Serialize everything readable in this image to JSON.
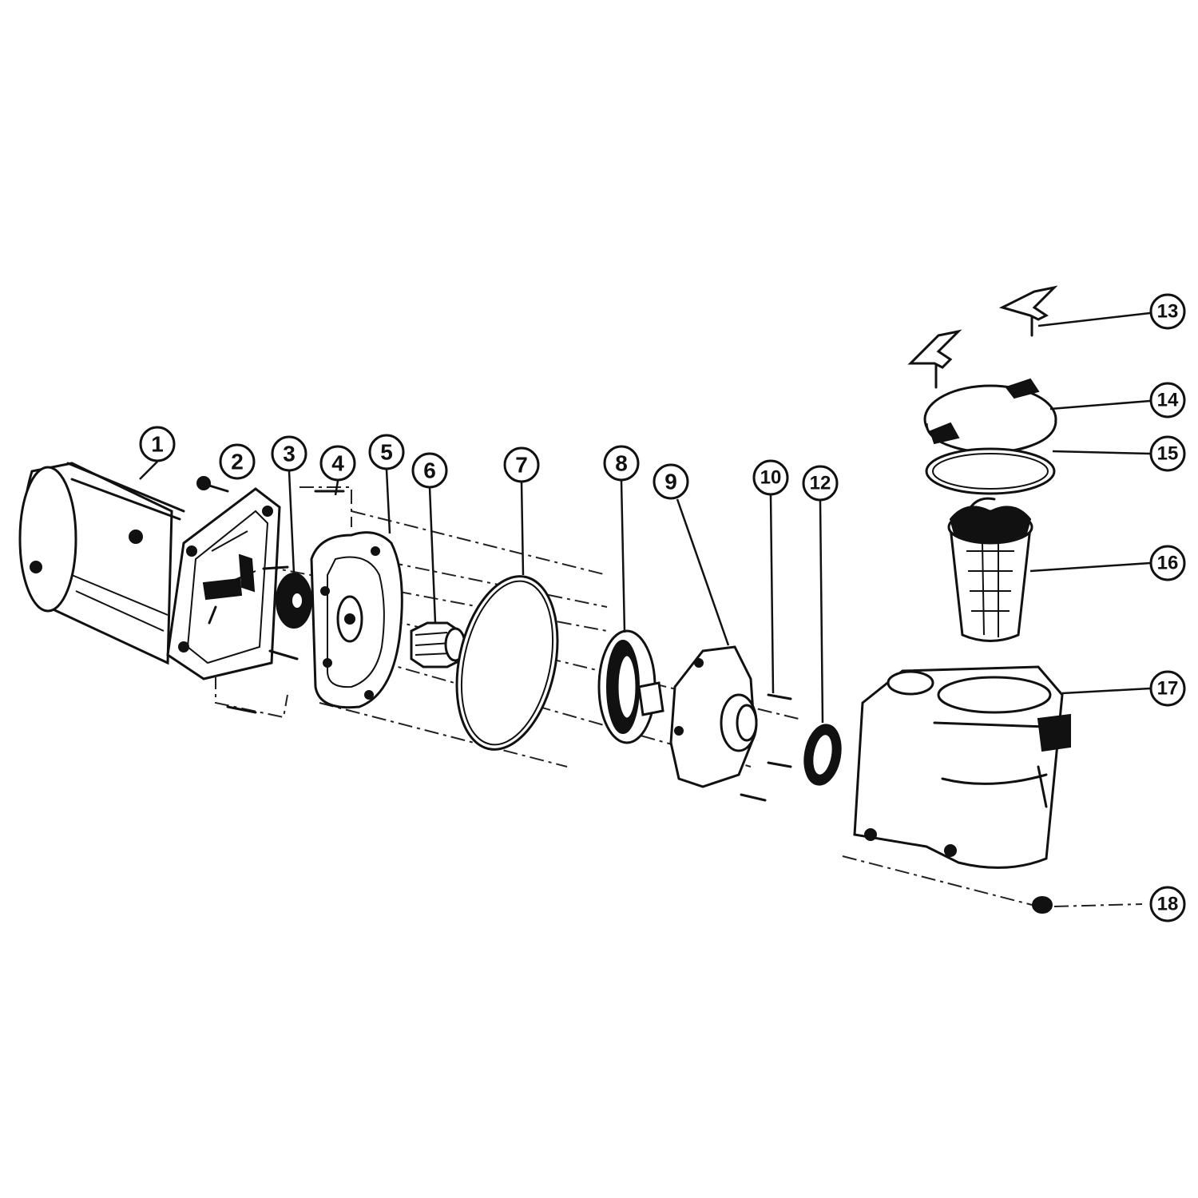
{
  "callouts": [
    {
      "id": "c1",
      "label": "1"
    },
    {
      "id": "c2",
      "label": "2"
    },
    {
      "id": "c3",
      "label": "3"
    },
    {
      "id": "c4",
      "label": "4"
    },
    {
      "id": "c5",
      "label": "5"
    },
    {
      "id": "c6",
      "label": "6"
    },
    {
      "id": "c7",
      "label": "7"
    },
    {
      "id": "c8",
      "label": "8"
    },
    {
      "id": "c9",
      "label": "9"
    },
    {
      "id": "c10",
      "label": "10"
    },
    {
      "id": "c12",
      "label": "12"
    },
    {
      "id": "c13",
      "label": "13"
    },
    {
      "id": "c14",
      "label": "14"
    },
    {
      "id": "c15",
      "label": "15"
    },
    {
      "id": "c16",
      "label": "16"
    },
    {
      "id": "c17",
      "label": "17"
    },
    {
      "id": "c18",
      "label": "18"
    }
  ]
}
